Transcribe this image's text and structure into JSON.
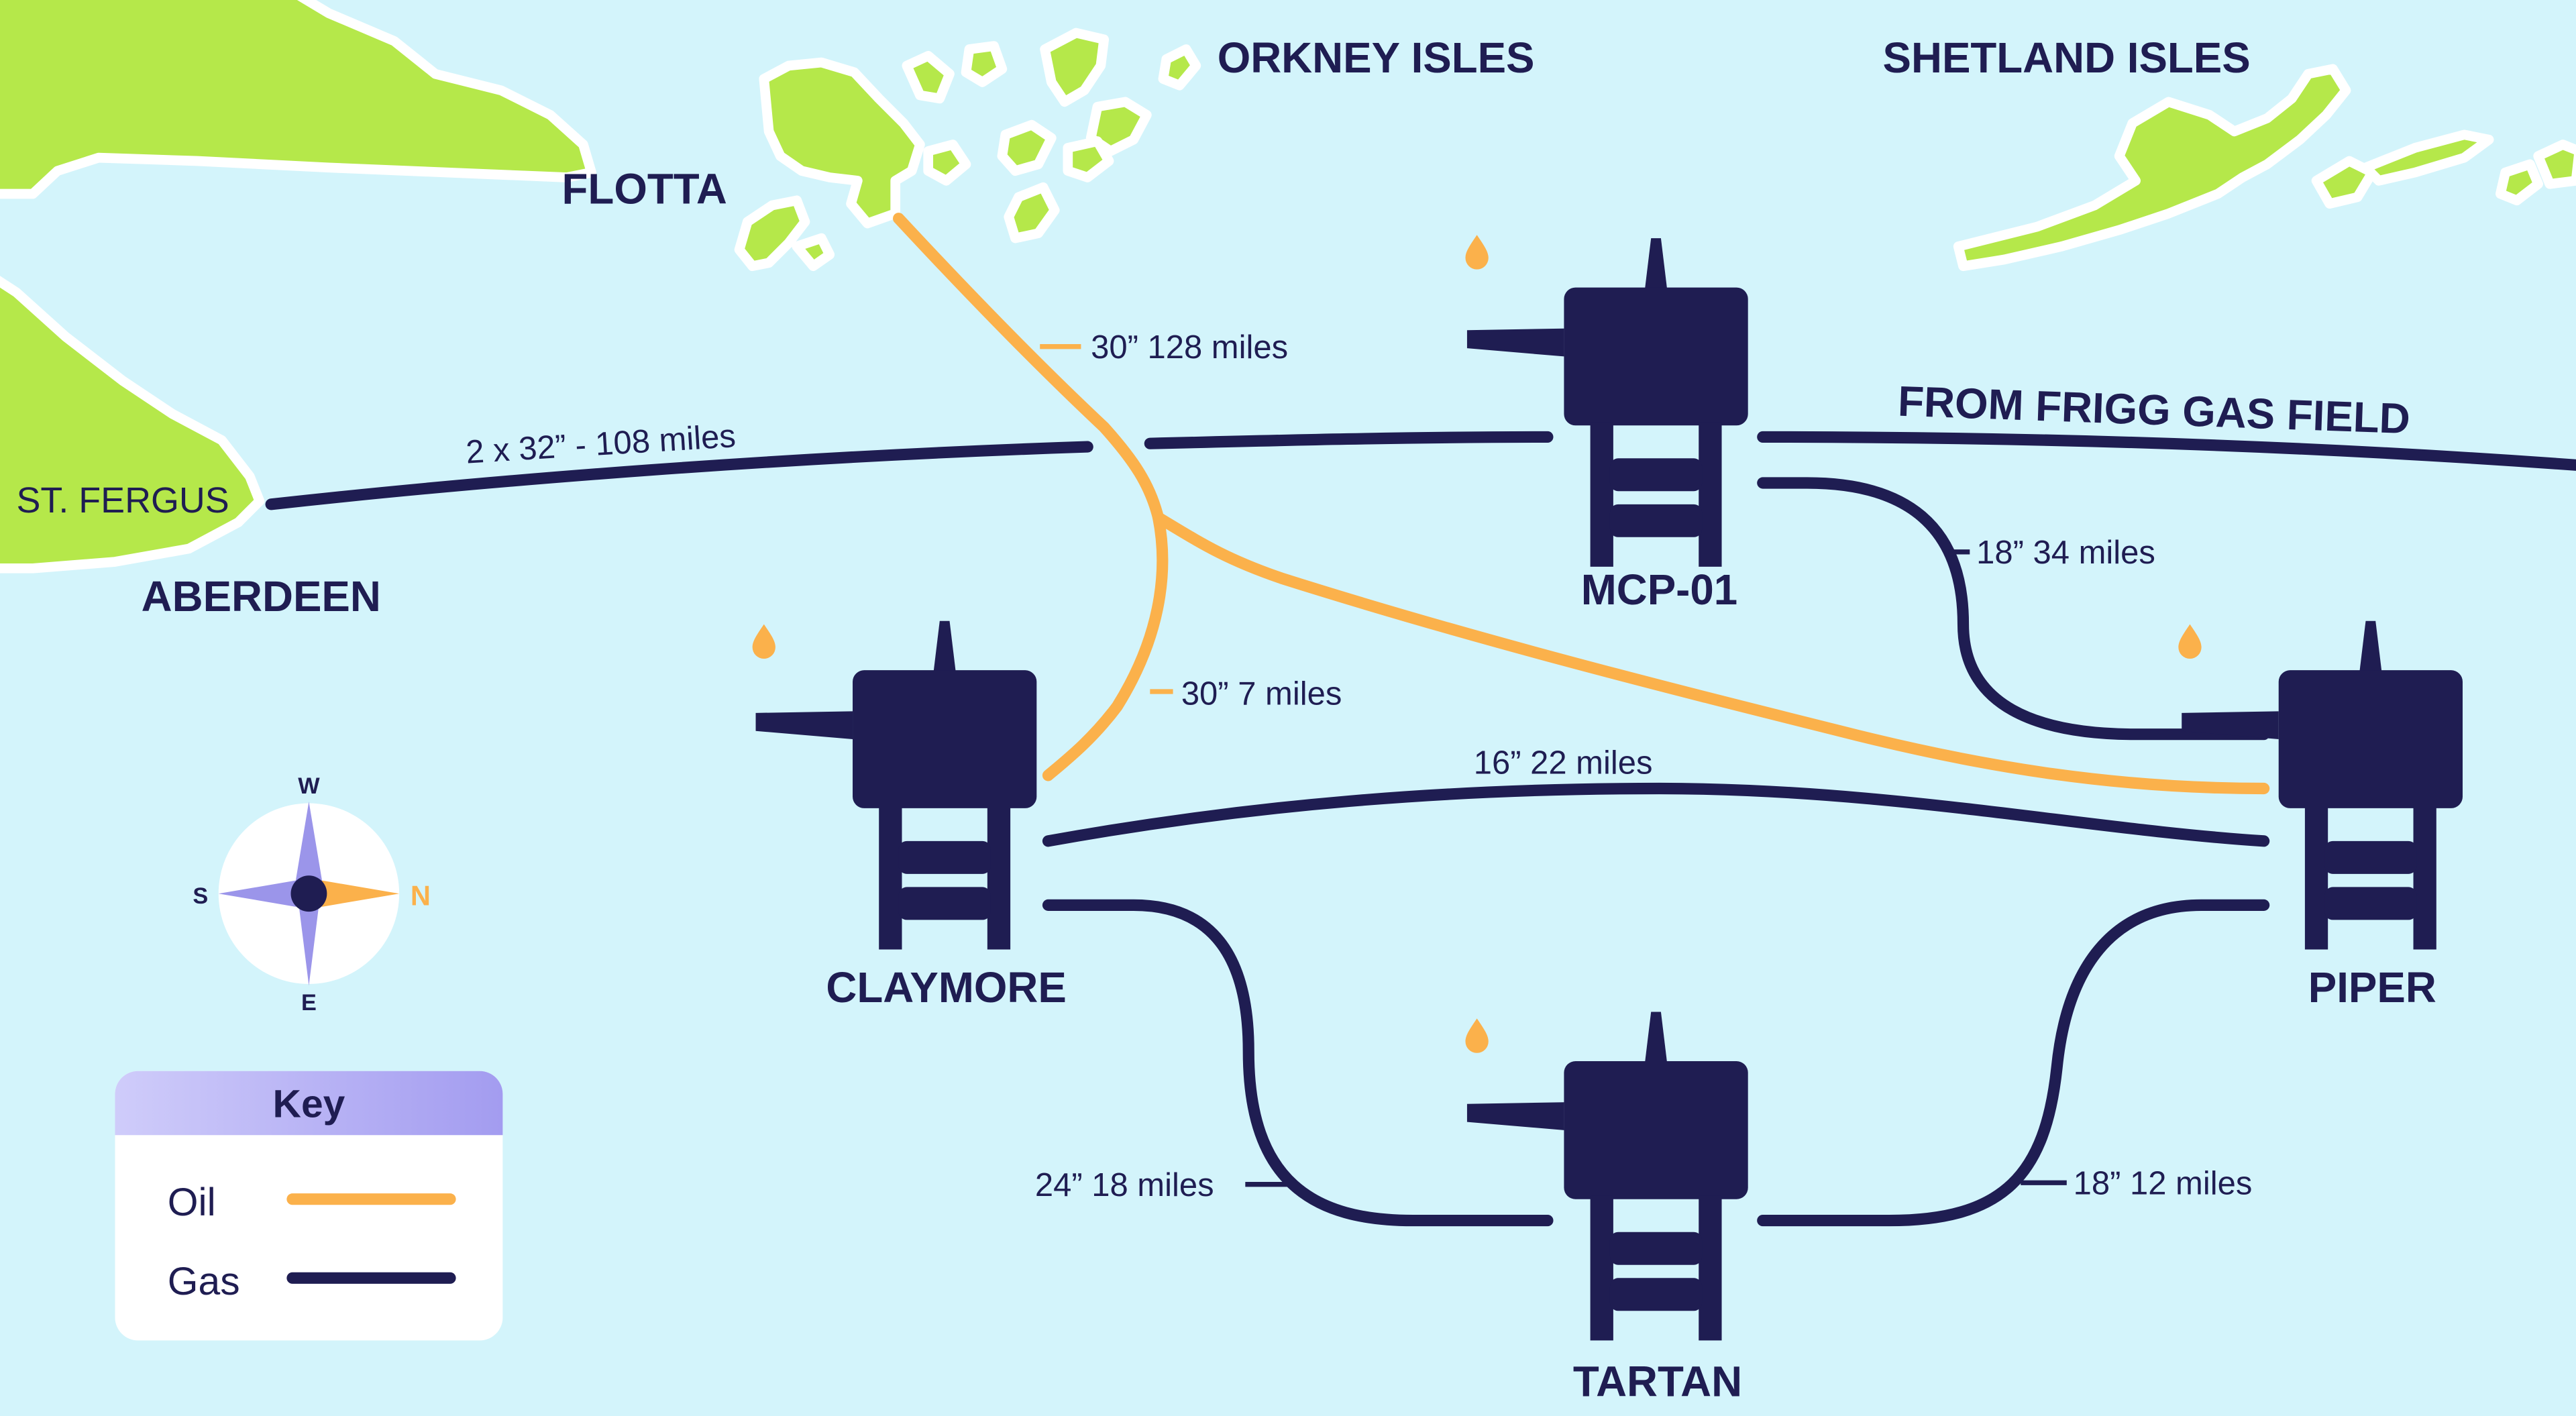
{
  "colors": {
    "sea": "#d3f4fb",
    "land": "#b5e84a",
    "coast": "#ffffff",
    "oil": "#fbb14b",
    "gas": "#1f1d52",
    "platform": "#1f1d52",
    "text": "#1f1d52",
    "compass_ring": "#ffffff",
    "compass_star": "#9b95ea",
    "key_header": "#b7b2f5"
  },
  "places": {
    "orkney": "ORKNEY ISLES",
    "shetland": "SHETLAND ISLES",
    "flotta": "FLOTTA",
    "st_fergus": "ST. FERGUS",
    "aberdeen": "ABERDEEN",
    "frigg": "FROM FRIGG GAS FIELD"
  },
  "platforms": {
    "mcp01": "MCP-01",
    "claymore": "CLAYMORE",
    "piper": "PIPER",
    "tartan": "TARTAN"
  },
  "pipelines": {
    "flotta_oil": "30” 128 miles",
    "claymore_oil": "30” 7 miles",
    "st_fergus_gas": "2 x 32” - 108 miles",
    "mcp_piper_gas": "18” 34 miles",
    "claymore_piper_gas": "16” 22 miles",
    "claymore_tartan_gas": "24” 18 miles",
    "tartan_piper_gas": "18” 12 miles"
  },
  "compass": {
    "top": "W",
    "bottom": "E",
    "left": "S",
    "right": "N"
  },
  "key": {
    "title": "Key",
    "oil": "Oil",
    "gas": "Gas"
  }
}
